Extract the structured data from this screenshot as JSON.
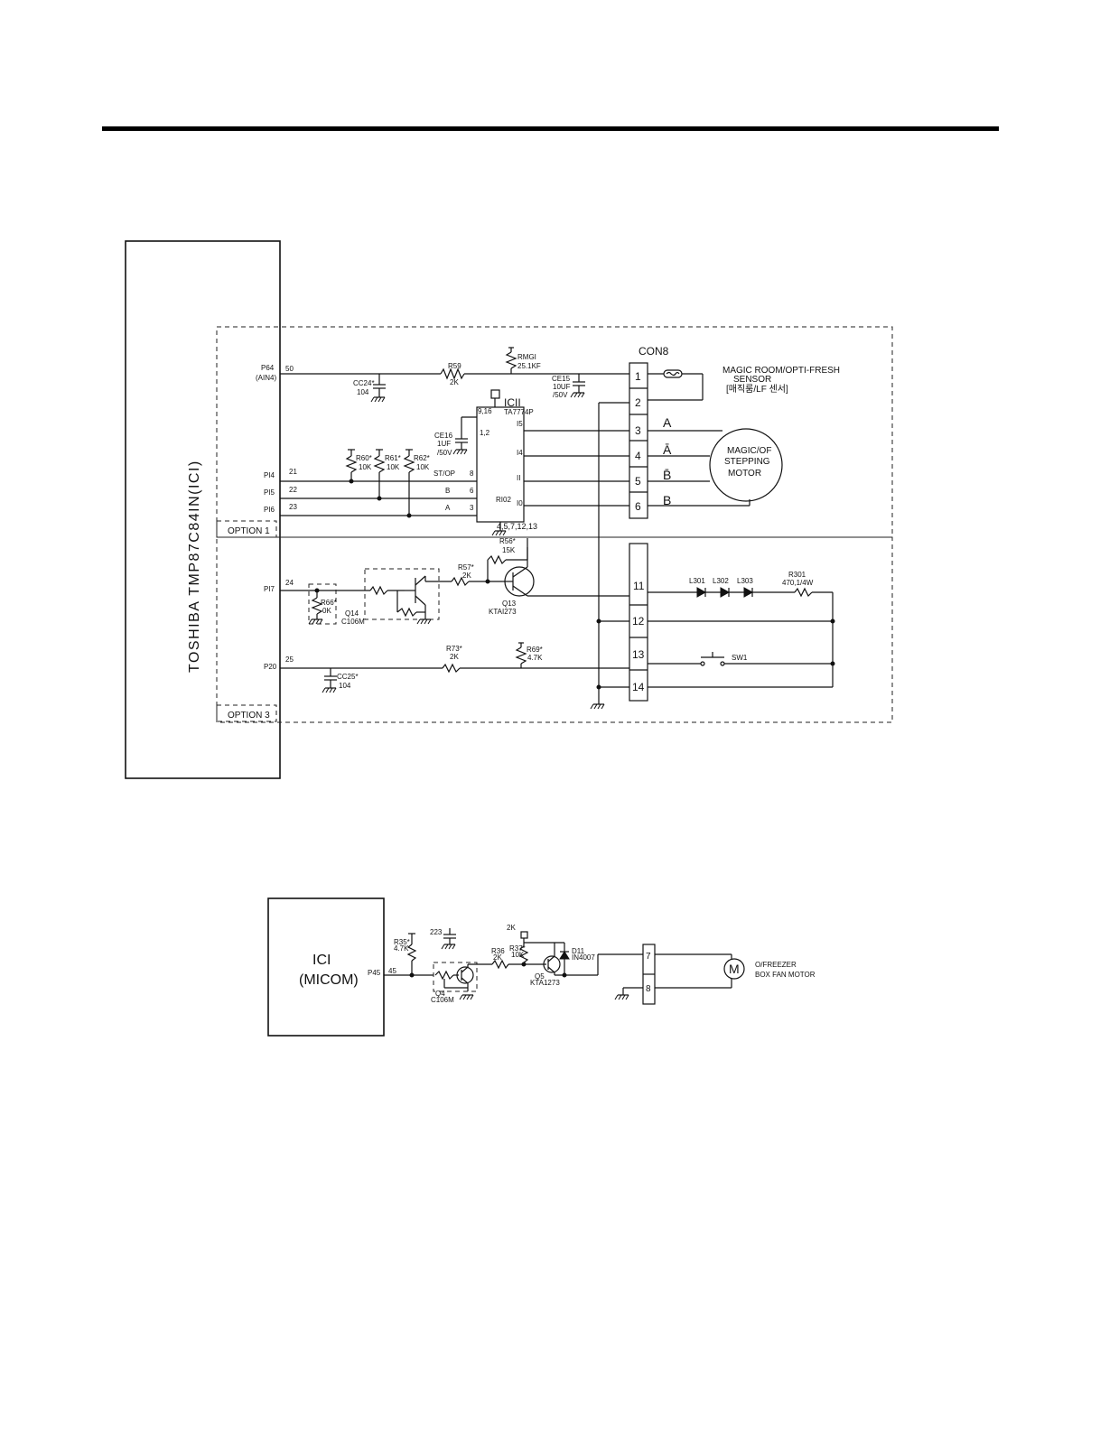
{
  "upper": {
    "micom_label": "TOSHIBA  TMP87C84IN(ICI)",
    "pins": {
      "p64_l1": "P64",
      "p64_l2": "(AIN4)",
      "p64_num": "50",
      "p14": "PI4",
      "p14_num": "21",
      "p15": "PI5",
      "p15_num": "22",
      "p16": "PI6",
      "p16_num": "23",
      "p17": "PI7",
      "p17_num": "24",
      "p20": "P20",
      "p20_num": "25"
    },
    "options": {
      "opt1": "OPTION 1",
      "opt3": "OPTION 3"
    },
    "components": {
      "cc24_l1": "CC24*",
      "cc24_l2": "104",
      "r59_l1": "R59",
      "r59_l2": "2K",
      "rmg1_l1": "RMGI",
      "rmg1_l2": "25.1KF",
      "ce15_l1": "CE15",
      "ce15_l2": "10UF",
      "ce15_l3": "/50V",
      "ce16_l1": "CE16",
      "ce16_l2": "1UF",
      "ce16_l3": "/50V",
      "ic11_l1": "ICII",
      "ic11_l2": "TA7774P",
      "ic_pin_top": "9,16",
      "ic_pin_12": "1,2",
      "ic_pin_bottom": "4,5,7,12,13",
      "ic_out15": "I5",
      "ic_out14": "I4",
      "ic_out11": "II",
      "ic_out10": "I0",
      "ic_in_stop": "ST/OP",
      "ic_in_b": "B",
      "ic_in_a": "A",
      "ic_in8": "8",
      "ic_in6": "6",
      "ic_in3": "3",
      "ic_ri02": "RI02",
      "r60_l1": "R60*",
      "r60_l2": "10K",
      "r61_l1": "R61*",
      "r61_l2": "10K",
      "r62_l1": "R62*",
      "r62_l2": "10K",
      "r56_l1": "R56*",
      "r56_l2": "15K",
      "r57_l1": "R57*",
      "r57_l2": "2K",
      "q13_l1": "Q13",
      "q13_l2": "KTAI273",
      "r66_l1": "R66*",
      "r66_l2": "0K",
      "q14_l1": "Q14",
      "q14_l2": "C106M",
      "r73_l1": "R73*",
      "r73_l2": "2K",
      "r69_l1": "R69*",
      "r69_l2": "4.7K",
      "cc25_l1": "CC25*",
      "cc25_l2": "104",
      "l301": "L301",
      "l302": "L302",
      "l303": "L303",
      "r301_l1": "R301",
      "r301_l2": "470,1/4W",
      "sw1": "SW1"
    },
    "connector": {
      "name": "CON8",
      "pins": [
        "1",
        "2",
        "3",
        "4",
        "5",
        "6",
        "11",
        "12",
        "13",
        "14"
      ]
    },
    "phases": [
      "A",
      "Ā",
      "B̄",
      "B"
    ],
    "sensor": {
      "l1": "MAGIC ROOM/OPTI-FRESH",
      "l2": "SENSOR",
      "l3": "[매직룸/LF 센서]"
    },
    "motor": {
      "l1": "MAGIC/OF",
      "l2": "STEPPING",
      "l3": "MOTOR"
    }
  },
  "lower": {
    "micom_l1": "ICI",
    "micom_l2": "(MICOM)",
    "pin": "P45",
    "pin_num": "45",
    "r35_l1": "R35*",
    "r35_l2": "4.7K",
    "c223": "223",
    "q4_l1": "Q4",
    "q4_l2": "C106M",
    "r36_l1": "R36",
    "r36_l2": "2K",
    "top_2k": "2K",
    "r37_l1": "R37*",
    "r37_l2": "10K",
    "q5_l1": "Q5",
    "q5_l2": "KTA1273",
    "d_l1": "D11",
    "d_l2": "IN4007",
    "con_pins": [
      "7",
      "8"
    ],
    "motor_symbol": "M",
    "motor_l1": "O/FREEZER",
    "motor_l2": "BOX FAN MOTOR"
  }
}
